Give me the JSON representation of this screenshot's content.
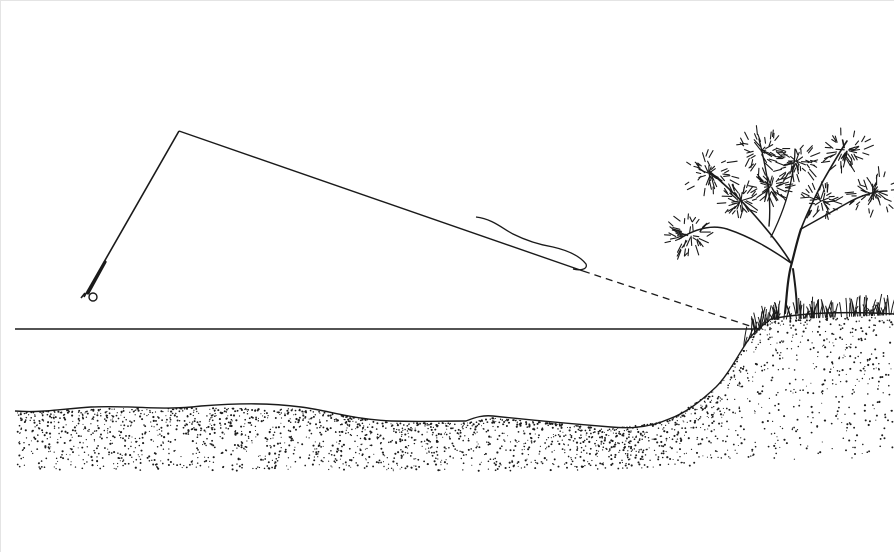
{
  "illustration": {
    "subject": "fishing-cast-to-bank",
    "elements": [
      "fly-rod",
      "fly-line",
      "leader",
      "water-surface",
      "riverbed",
      "bank",
      "tree",
      "grass"
    ],
    "palette": {
      "ink": "#1a1a1a",
      "paper": "#ffffff",
      "frame": "#e4e4e4"
    }
  }
}
